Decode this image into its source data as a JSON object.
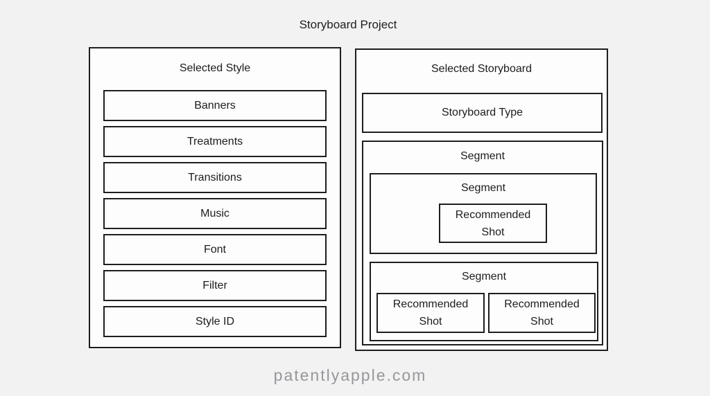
{
  "page": {
    "title": "Storyboard Project",
    "watermark": "patentlyapple.com"
  },
  "left_panel": {
    "title": "Selected Style",
    "items": [
      {
        "label": "Banners"
      },
      {
        "label": "Treatments"
      },
      {
        "label": "Transitions"
      },
      {
        "label": "Music"
      },
      {
        "label": "Font"
      },
      {
        "label": "Filter"
      },
      {
        "label": "Style ID"
      }
    ]
  },
  "right_panel": {
    "title": "Selected Storyboard",
    "storyboard_type_label": "Storyboard Type",
    "segment_group_label": "Segment",
    "segments": [
      {
        "label": "Segment",
        "shots": [
          "Recommended Shot"
        ]
      },
      {
        "label": "Segment",
        "shots": [
          "Recommended Shot",
          "Recommended Shot"
        ]
      }
    ]
  },
  "colors": {
    "background": "#f2f2f2",
    "box_fill": "#fdfdfd",
    "border": "#1e1e1e",
    "text": "#1c1c1c",
    "watermark": "#97969c"
  }
}
